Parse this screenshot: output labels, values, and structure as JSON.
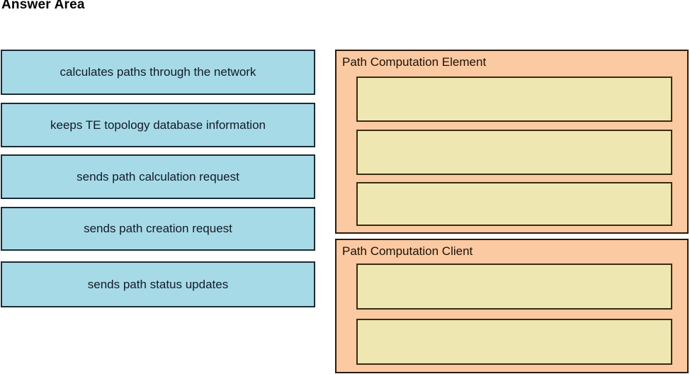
{
  "page": {
    "title": "Answer Area"
  },
  "colors": {
    "title_color": "#000000",
    "option_fill": "#a7dae7",
    "option_border": "#1c2b36",
    "panel_fill": "#fbc9a2",
    "panel_border": "#2a1a09",
    "slot_fill": "#efe7b2",
    "slot_border": "#3a2c12",
    "text_dark": "#101c26",
    "panel_title_color": "#1c1206"
  },
  "sources": [
    {
      "label": "calculates paths through the network"
    },
    {
      "label": "keeps TE topology database information"
    },
    {
      "label": "sends path calculation request"
    },
    {
      "label": "sends path creation request"
    },
    {
      "label": "sends path status updates"
    }
  ],
  "targets": [
    {
      "title": "Path Computation Element",
      "slot_count": 3,
      "slot_values": [
        "",
        "",
        ""
      ]
    },
    {
      "title": "Path Computation Client",
      "slot_count": 2,
      "slot_values": [
        "",
        ""
      ]
    }
  ]
}
